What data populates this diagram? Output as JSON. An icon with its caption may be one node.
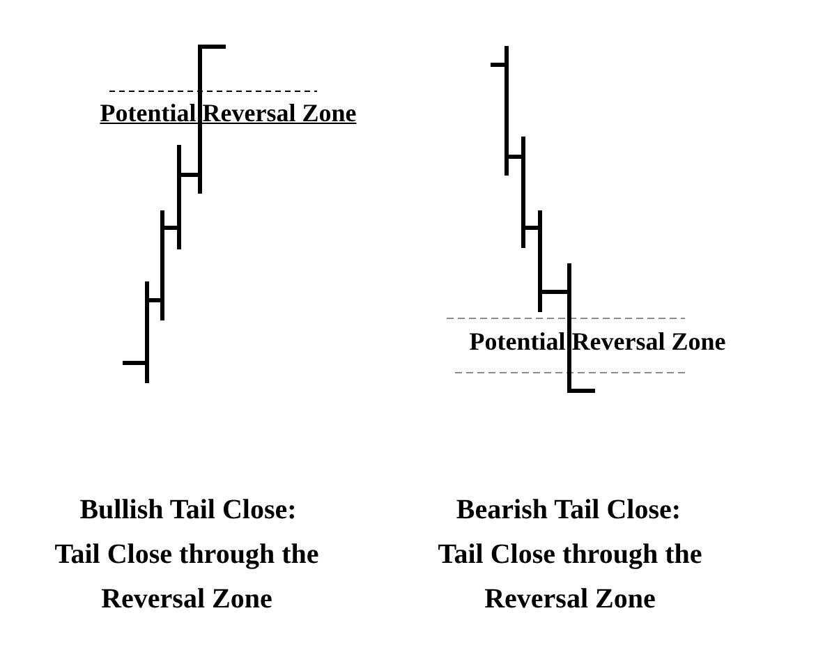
{
  "diagram": {
    "labels": [
      "Potential Reversal Zone",
      "Potential Reversal Zone",
      "Bullish Tail Close:",
      "Tail Close through the Reversal Zone",
      "Bearish Tail Close:",
      "Tail Close through the Reversal Zone"
    ]
  }
}
